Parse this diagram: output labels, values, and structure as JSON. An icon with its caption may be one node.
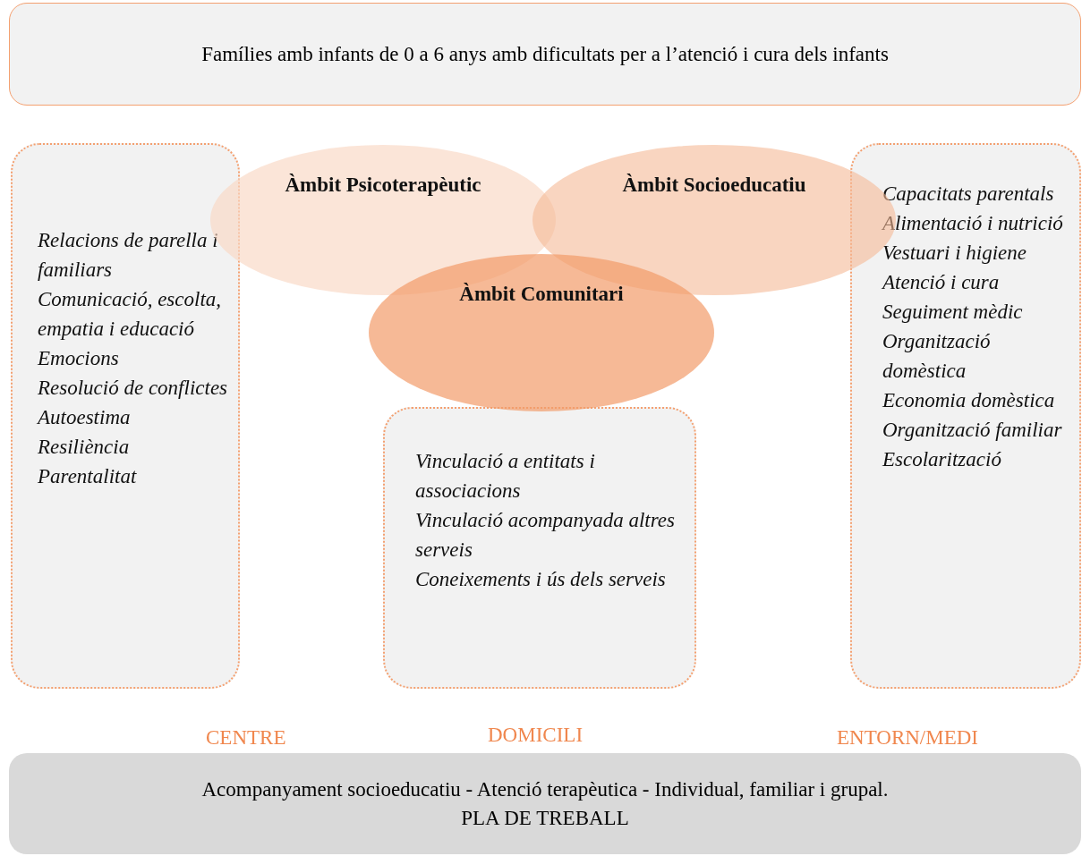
{
  "diagram": {
    "nodes": [
      {
        "text": [
          "Famílies amb infants de 0 a 6 anys amb dificultats per a l’atenció i cura dels infants"
        ]
      },
      {
        "text": [
          "Relacions de parella i familiars",
          "Comunicació, escolta, empatia i educació",
          "Emocions",
          "Resolució de conflictes",
          "Autoestima",
          "Resiliència",
          "Parentalitat"
        ]
      },
      {
        "text": [
          "Àmbit Psicoterapèutic"
        ]
      },
      {
        "text": [
          "Àmbit Socioeducatiu"
        ]
      },
      {
        "text": [
          "Àmbit Comunitari"
        ]
      },
      {
        "text": [
          "Vinculació a entitats i associacions",
          "Vinculació acompanyada altres serveis",
          "Coneixements i ús dels serveis"
        ]
      },
      {
        "text": [
          "Capacitats parentals",
          "Alimentació i nutrició",
          "Vestuari i higiene",
          "Atenció i cura",
          "Seguiment mèdic",
          "Organització domèstica",
          "Economia domèstica",
          "Organització familiar",
          "Escolarització"
        ]
      },
      {
        "text": [
          "Acompanyament socioeducatiu - Atenció terapèutica - Individual, familiar i grupal.",
          "PLA DE TREBALL"
        ]
      }
    ],
    "labels": [
      "CENTRE",
      "DOMICILI",
      "ENTORN/MEDI"
    ]
  }
}
